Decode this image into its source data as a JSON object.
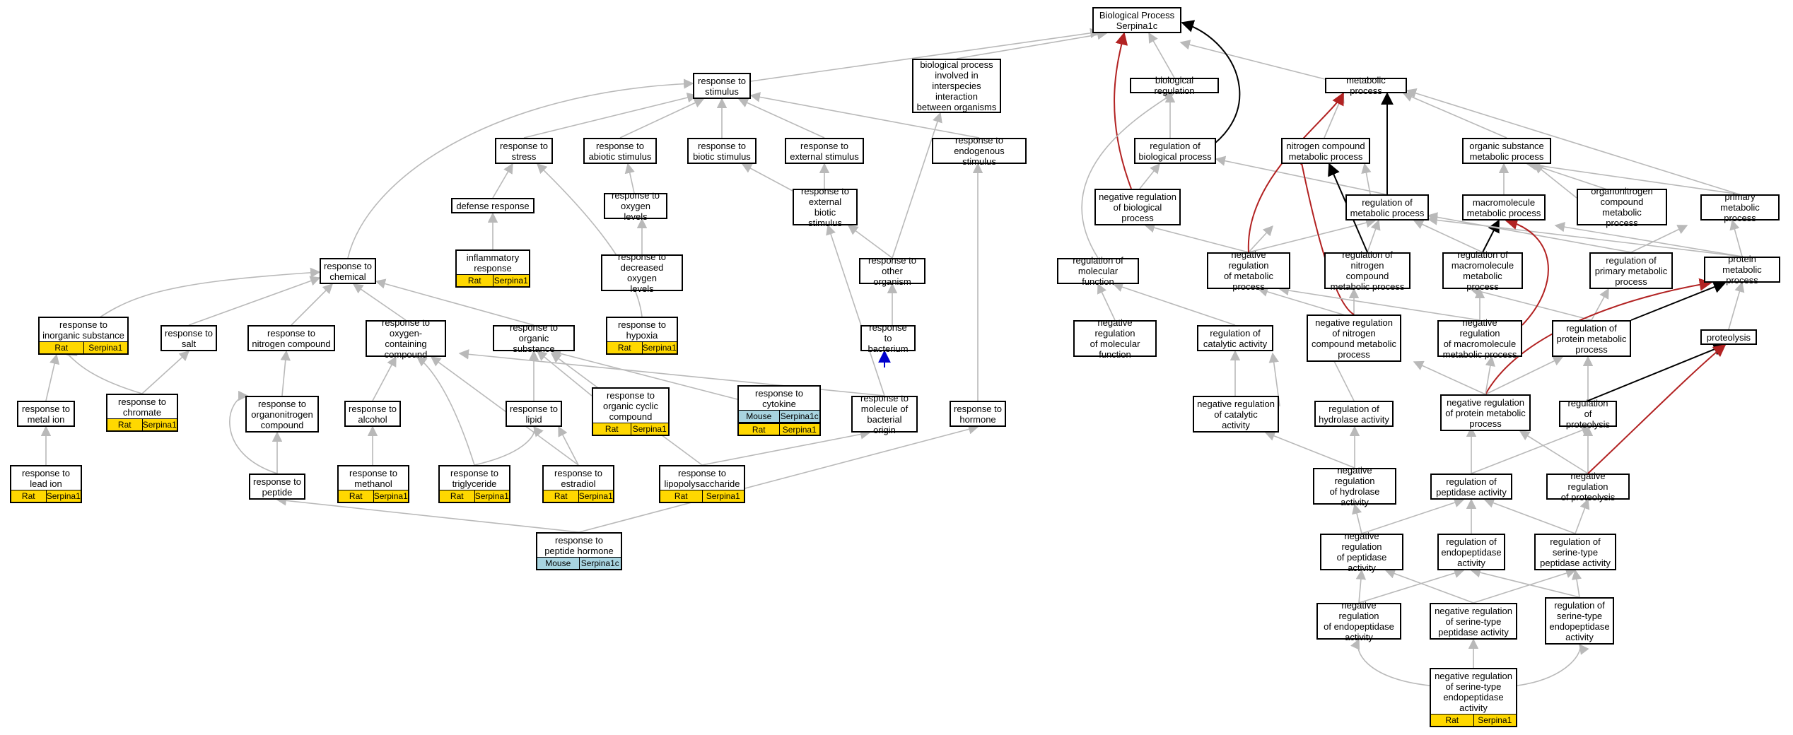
{
  "colors": {
    "edge_default": "#b9b9b9",
    "edge_black": "#000000",
    "edge_red": "#b22222",
    "edge_blue": "#0000cc",
    "rat_gold": "#ffd800",
    "mouse_blue": "#a8d4e0"
  },
  "nodes": [
    {
      "id": "bp",
      "label": "Biological Process\nSerpina1c"
    },
    {
      "id": "rstim",
      "label": "response to\nstimulus"
    },
    {
      "id": "bpii",
      "label": "biological process\ninvolved in\ninterspecies\ninteraction\nbetween organisms"
    },
    {
      "id": "breg",
      "label": "biological regulation"
    },
    {
      "id": "metab",
      "label": "metabolic process"
    },
    {
      "id": "rstress",
      "label": "response to\nstress"
    },
    {
      "id": "rabio",
      "label": "response to\nabiotic stimulus"
    },
    {
      "id": "rbio",
      "label": "response to\nbiotic stimulus"
    },
    {
      "id": "rext",
      "label": "response to\nexternal stimulus"
    },
    {
      "id": "rendo",
      "label": "response to\nendogenous stimulus"
    },
    {
      "id": "regbp",
      "label": "regulation of\nbiological process"
    },
    {
      "id": "ncmp",
      "label": "nitrogen compound\nmetabolic process"
    },
    {
      "id": "osmp",
      "label": "organic substance\nmetabolic process"
    },
    {
      "id": "defresp",
      "label": "defense response"
    },
    {
      "id": "roxy",
      "label": "response to\noxygen levels"
    },
    {
      "id": "rextbio",
      "label": "response to\nexternal biotic\nstimulus"
    },
    {
      "id": "negregbp",
      "label": "negative regulation\nof biological\nprocess"
    },
    {
      "id": "regmp",
      "label": "regulation of\nmetabolic process"
    },
    {
      "id": "mmp",
      "label": "macromolecule\nmetabolic process"
    },
    {
      "id": "oncmp",
      "label": "organonitrogen\ncompound metabolic\nprocess"
    },
    {
      "id": "pmp",
      "label": "primary metabolic\nprocess"
    },
    {
      "id": "inflam",
      "label": "inflammatory\nresponse",
      "annot": [
        [
          "Rat",
          "Serpina1"
        ]
      ]
    },
    {
      "id": "rdecoxy",
      "label": "response to\ndecreased oxygen\nlevels"
    },
    {
      "id": "rother",
      "label": "response to\nother organism"
    },
    {
      "id": "rchem",
      "label": "response to\nchemical"
    },
    {
      "id": "regmf",
      "label": "regulation of\nmolecular function"
    },
    {
      "id": "negregmp",
      "label": "negative regulation\nof metabolic\nprocess"
    },
    {
      "id": "regncmp",
      "label": "regulation of\nnitrogen compound\nmetabolic process"
    },
    {
      "id": "regmmp",
      "label": "regulation of\nmacromolecule\nmetabolic process"
    },
    {
      "id": "regpmp",
      "label": "regulation of\nprimary metabolic\nprocess"
    },
    {
      "id": "protmp",
      "label": "protein metabolic\nprocess"
    },
    {
      "id": "rinorg",
      "label": "response to\ninorganic substance",
      "annot": [
        [
          "Rat",
          "Serpina1"
        ]
      ]
    },
    {
      "id": "rsalt",
      "label": "response to\nsalt"
    },
    {
      "id": "rnitro",
      "label": "response to\nnitrogen compound"
    },
    {
      "id": "roxcont",
      "label": "response to\noxygen-containing\ncompound"
    },
    {
      "id": "rorgsub",
      "label": "response to\norganic substance"
    },
    {
      "id": "rhypox",
      "label": "response to\nhypoxia",
      "annot": [
        [
          "Rat",
          "Serpina1"
        ]
      ]
    },
    {
      "id": "rbact",
      "label": "response to\nbacterium"
    },
    {
      "id": "negregmf",
      "label": "negative regulation\nof molecular\nfunction"
    },
    {
      "id": "regcat",
      "label": "regulation of\ncatalytic activity"
    },
    {
      "id": "negregncmp",
      "label": "negative regulation\nof nitrogen\ncompound metabolic\nprocess"
    },
    {
      "id": "negregmmp",
      "label": "negative regulation\nof macromolecule\nmetabolic process"
    },
    {
      "id": "regprotmp",
      "label": "regulation of\nprotein metabolic\nprocess"
    },
    {
      "id": "proteol",
      "label": "proteolysis"
    },
    {
      "id": "rmetion",
      "label": "response to\nmetal ion"
    },
    {
      "id": "rchrom",
      "label": "response to\nchromate",
      "annot": [
        [
          "Rat",
          "Serpina1"
        ]
      ]
    },
    {
      "id": "rorgnit",
      "label": "response to\norganonitrogen\ncompound"
    },
    {
      "id": "ralc",
      "label": "response to\nalcohol"
    },
    {
      "id": "rlipid",
      "label": "response to\nlipid"
    },
    {
      "id": "rorgcyc",
      "label": "response to\norganic cyclic\ncompound",
      "annot": [
        [
          "Rat",
          "Serpina1"
        ]
      ]
    },
    {
      "id": "rcyto",
      "label": "response to\ncytokine",
      "annot": [
        [
          "Mouse",
          "Serpina1c"
        ],
        [
          "Rat",
          "Serpina1"
        ]
      ]
    },
    {
      "id": "rmolbact",
      "label": "response to\nmolecule of\nbacterial origin"
    },
    {
      "id": "rhorm",
      "label": "response to\nhormone"
    },
    {
      "id": "negregcat",
      "label": "negative regulation\nof catalytic\nactivity"
    },
    {
      "id": "reghydro",
      "label": "regulation of\nhydrolase activity"
    },
    {
      "id": "negregprotmp",
      "label": "negative regulation\nof protein metabolic\nprocess"
    },
    {
      "id": "regproteol",
      "label": "regulation of\nproteolysis"
    },
    {
      "id": "rlead",
      "label": "response to\nlead ion",
      "annot": [
        [
          "Rat",
          "Serpina1"
        ]
      ]
    },
    {
      "id": "rpeptide",
      "label": "response to\npeptide"
    },
    {
      "id": "rmeth",
      "label": "response to\nmethanol",
      "annot": [
        [
          "Rat",
          "Serpina1"
        ]
      ]
    },
    {
      "id": "rtrig",
      "label": "response to\ntriglyceride",
      "annot": [
        [
          "Rat",
          "Serpina1"
        ]
      ]
    },
    {
      "id": "restr",
      "label": "response to\nestradiol",
      "annot": [
        [
          "Rat",
          "Serpina1"
        ]
      ]
    },
    {
      "id": "rlps",
      "label": "response to\nlipopolysaccharide",
      "annot": [
        [
          "Rat",
          "Serpina1"
        ]
      ]
    },
    {
      "id": "negreghydro",
      "label": "negative regulation\nof hydrolase\nactivity"
    },
    {
      "id": "regpept",
      "label": "regulation of\npeptidase activity"
    },
    {
      "id": "negregproteol",
      "label": "negative regulation\nof proteolysis"
    },
    {
      "id": "rpephorm",
      "label": "response to\npeptide hormone",
      "annot": [
        [
          "Mouse",
          "Serpina1c"
        ]
      ]
    },
    {
      "id": "negregpept",
      "label": "negative regulation\nof peptidase\nactivity"
    },
    {
      "id": "regendo",
      "label": "regulation of\nendopeptidase\nactivity"
    },
    {
      "id": "regsertype",
      "label": "regulation of\nserine-type\npeptidase activity"
    },
    {
      "id": "negregendo",
      "label": "negative regulation\nof endopeptidase\nactivity"
    },
    {
      "id": "negregsertype",
      "label": "negative regulation\nof serine-type\npeptidase activity"
    },
    {
      "id": "regserendo",
      "label": "regulation of\nserine-type\nendopeptidase\nactivity"
    },
    {
      "id": "negregserendo",
      "label": "negative regulation\nof serine-type\nendopeptidase\nactivity",
      "annot": [
        [
          "Rat",
          "Serpina1"
        ]
      ]
    }
  ]
}
